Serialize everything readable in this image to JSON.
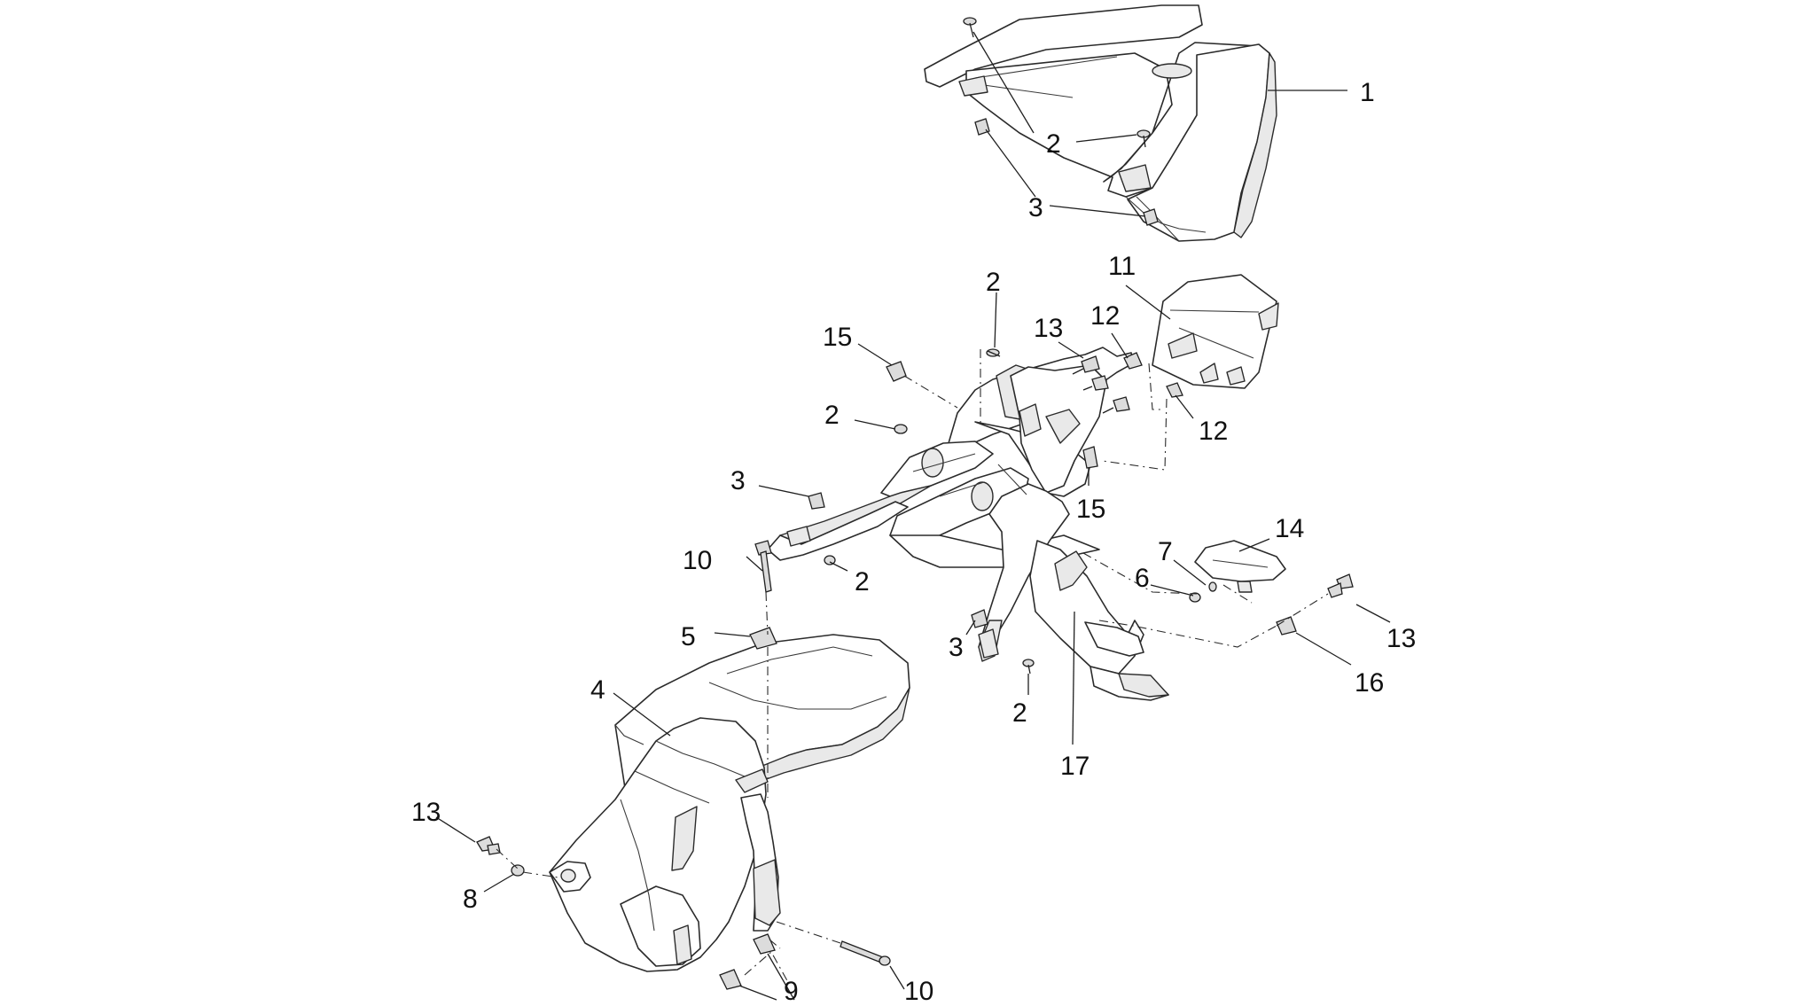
{
  "callouts": [
    {
      "id": "c1",
      "label": "1"
    },
    {
      "id": "c2a",
      "label": "2"
    },
    {
      "id": "c3a",
      "label": "3"
    },
    {
      "id": "c11",
      "label": "11"
    },
    {
      "id": "c2b",
      "label": "2"
    },
    {
      "id": "c13a",
      "label": "13"
    },
    {
      "id": "c12a",
      "label": "12"
    },
    {
      "id": "c15a",
      "label": "15"
    },
    {
      "id": "c12b",
      "label": "12"
    },
    {
      "id": "c2c",
      "label": "2"
    },
    {
      "id": "c15b",
      "label": "15"
    },
    {
      "id": "c3b",
      "label": "3"
    },
    {
      "id": "c14",
      "label": "14"
    },
    {
      "id": "c7",
      "label": "7"
    },
    {
      "id": "c10a",
      "label": "10"
    },
    {
      "id": "c6",
      "label": "6"
    },
    {
      "id": "c2d",
      "label": "2"
    },
    {
      "id": "c13b",
      "label": "13"
    },
    {
      "id": "c5",
      "label": "5"
    },
    {
      "id": "c3c",
      "label": "3"
    },
    {
      "id": "c16",
      "label": "16"
    },
    {
      "id": "c4",
      "label": "4"
    },
    {
      "id": "c2e",
      "label": "2"
    },
    {
      "id": "c17",
      "label": "17"
    },
    {
      "id": "c13c",
      "label": "13"
    },
    {
      "id": "c8",
      "label": "8"
    },
    {
      "id": "c9",
      "label": "9"
    },
    {
      "id": "c10b",
      "label": "10"
    }
  ],
  "colors": {
    "line": "#2b2b2b",
    "background": "#ffffff",
    "shade": "#e9e9e9"
  }
}
